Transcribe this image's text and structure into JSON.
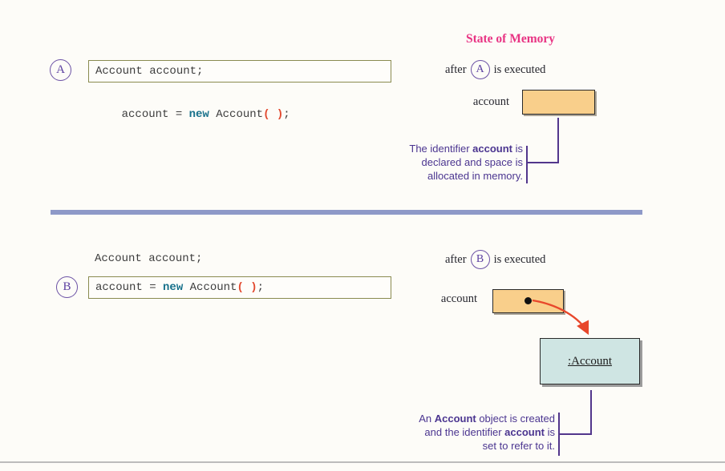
{
  "header": {
    "title": "State of Memory"
  },
  "panel_a": {
    "marker": "A",
    "code_line1": "Account account;",
    "code_line2": {
      "pre": "account = ",
      "keyword": "new",
      "mid": " Account",
      "parens": "( )",
      "semi": ";"
    },
    "after": {
      "pre": "after",
      "marker": "A",
      "post": "is executed"
    },
    "memory_label": "account",
    "annotation": {
      "line1_pre": "The identifier ",
      "line1_bold": "account",
      "line1_post": " is",
      "line2": "declared and space is",
      "line3": "allocated in memory."
    }
  },
  "panel_b": {
    "marker": "B",
    "code_line1": "Account account;",
    "code_line2": {
      "pre": "account = ",
      "keyword": "new",
      "mid": " Account",
      "parens": "( )",
      "semi": ";"
    },
    "after": {
      "pre": "after",
      "marker": "B",
      "post": "is executed"
    },
    "memory_label": "account",
    "object_label": ":Account",
    "annotation": {
      "line1_pre": "An ",
      "line1_bold": "Account",
      "line1_post": " object is created",
      "line2_pre": "and the identifier ",
      "line2_bold": "account",
      "line2_post": " is",
      "line3": "set to refer to it."
    }
  },
  "colors": {
    "background": "#fdfcf8",
    "title_pink": "#e83383",
    "marker_purple": "#6b51a5",
    "annotation_purple": "#4b3590",
    "connector_purple": "#52368c",
    "code_text": "#3d3d3d",
    "keyword_teal": "#17718b",
    "paren_red": "#e2492f",
    "code_box_border": "#8a8b50",
    "memory_cell_fill": "#f9cf8b",
    "object_box_fill": "#cfe5e3",
    "divider_blue": "#8e99c8",
    "arrow_red": "#e8472b",
    "bottom_rule_gray": "#bcbcbc"
  }
}
